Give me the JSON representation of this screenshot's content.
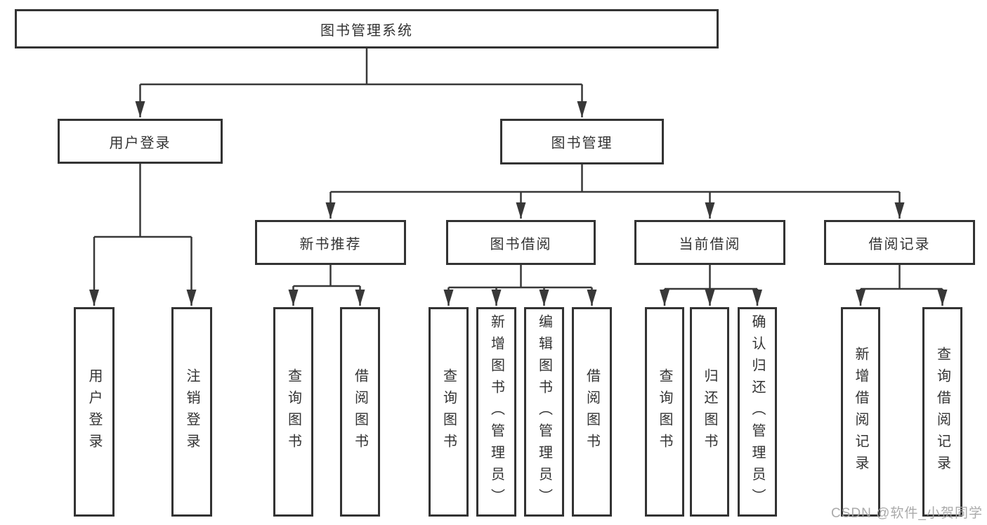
{
  "nodes": {
    "root": "图书管理系统",
    "level2": {
      "user_login": "用户登录",
      "book_mgmt": "图书管理"
    },
    "level3": {
      "new_book_rec": "新书推荐",
      "book_borrow": "图书借阅",
      "current_borrow": "当前借阅",
      "borrow_records": "借阅记录"
    },
    "leaves": {
      "user_login": "用户登录",
      "logout": "注销登录",
      "rec_query_books": "查询图书",
      "rec_borrow_books": "借阅图书",
      "bb_query_books": "查询图书",
      "bb_add_book_admin": "新增图书（管理员）",
      "bb_edit_book_admin": "编辑图书（管理员）",
      "bb_borrow_books": "借阅图书",
      "cb_query_books": "查询图书",
      "cb_return_book": "归还图书",
      "cb_confirm_return_admin": "确认归还（管理员）",
      "br_add_record": "新增借阅记录",
      "br_query_record": "查询借阅记录"
    }
  },
  "watermark": "CSDN @软件_小贺同学",
  "colors": {
    "line": "#383838",
    "box_border": "#333333",
    "text": "#333333",
    "watermark": "#a5a5a5",
    "background": "#ffffff"
  }
}
